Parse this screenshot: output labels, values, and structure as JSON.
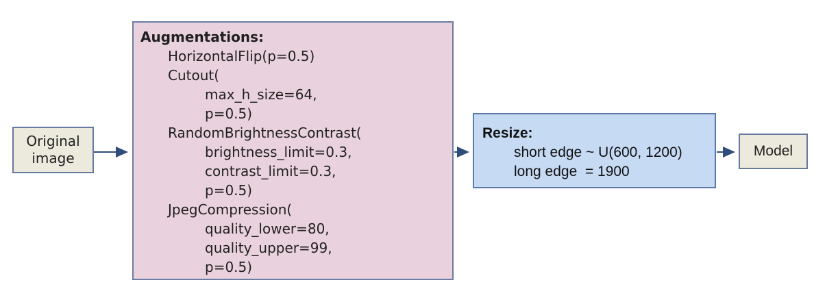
{
  "diagram": {
    "original_box": {
      "lines": [
        "Original",
        "image"
      ]
    },
    "augmentations_box": {
      "title": "Augmentations:",
      "lines": [
        {
          "indent": 1,
          "text": "HorizontalFlip(p=0.5)"
        },
        {
          "indent": 1,
          "text": "Cutout("
        },
        {
          "indent": 2,
          "text": "max_h_size=64,"
        },
        {
          "indent": 2,
          "text": "p=0.5)"
        },
        {
          "indent": 1,
          "text": "RandomBrightnessContrast("
        },
        {
          "indent": 2,
          "text": "brightness_limit=0.3,"
        },
        {
          "indent": 2,
          "text": "contrast_limit=0.3,"
        },
        {
          "indent": 2,
          "text": "p=0.5)"
        },
        {
          "indent": 1,
          "text": "JpegCompression("
        },
        {
          "indent": 2,
          "text": "quality_lower=80,"
        },
        {
          "indent": 2,
          "text": "quality_upper=99,"
        },
        {
          "indent": 2,
          "text": "p=0.5)"
        }
      ]
    },
    "resize_box": {
      "title": "Resize:",
      "lines": [
        "short edge ~ U(600, 1200)",
        "long edge  = 1900"
      ]
    },
    "model_box": {
      "label": "Model"
    },
    "colors": {
      "background": "#ffffff",
      "io_box_fill": "#ece9dd",
      "augmentations_fill": "#e9d2dd",
      "resize_fill": "#c6daf4",
      "border": "#66799e",
      "arrow": "#2e4d7b",
      "text": "#1f1f1f"
    }
  }
}
